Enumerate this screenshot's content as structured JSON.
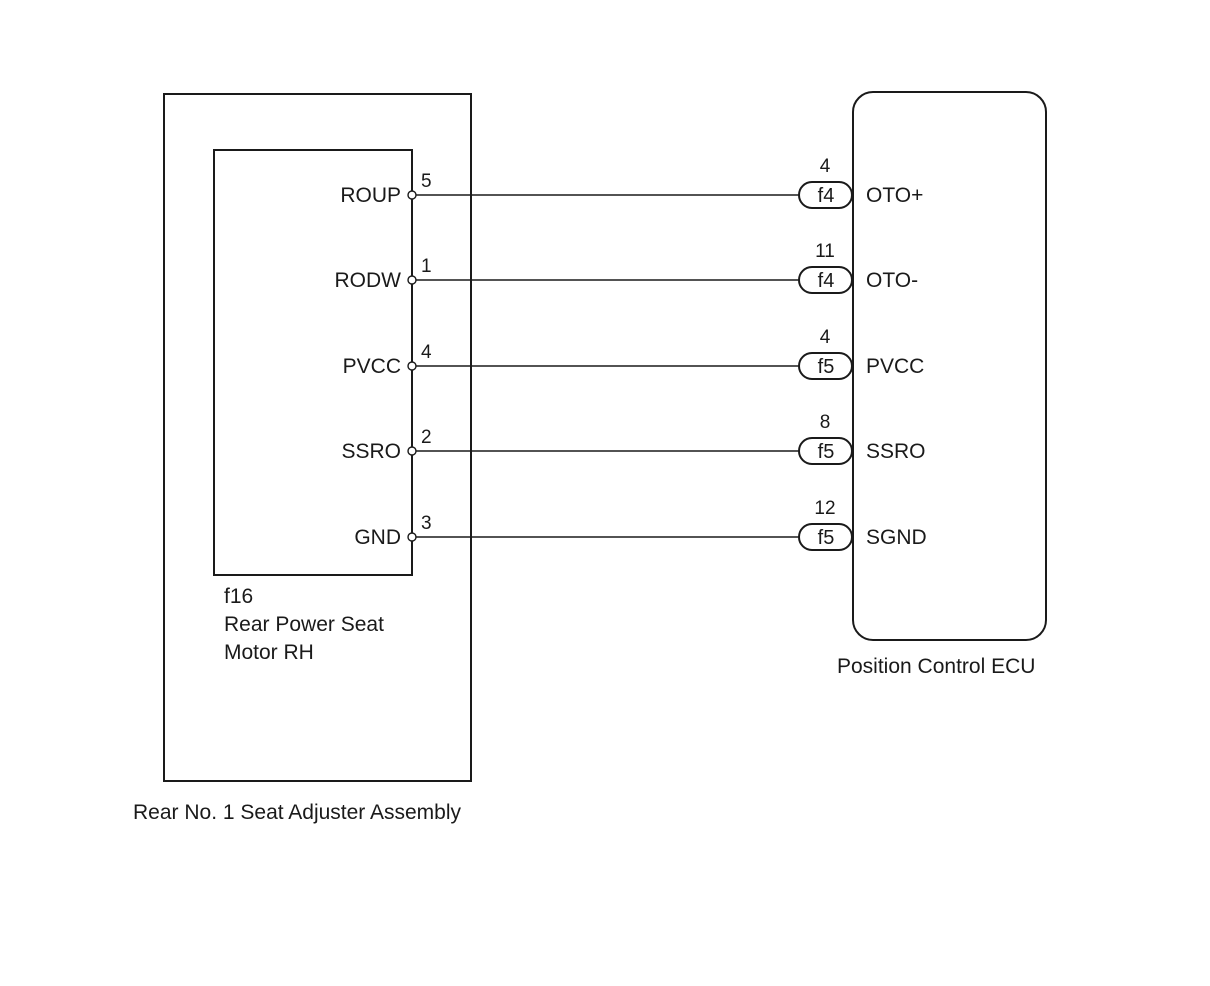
{
  "adjuster_assembly": {
    "title": "Rear No. 1 Seat Adjuster Assembly"
  },
  "motor": {
    "code": "f16",
    "name_line1": "Rear Power Seat",
    "name_line2": "Motor RH"
  },
  "ecu": {
    "title": "Position Control ECU"
  },
  "circuits": [
    {
      "motor_terminal": "ROUP",
      "motor_pin": "5",
      "connector": "f4",
      "ecu_pin": "4",
      "ecu_terminal": "OTO+"
    },
    {
      "motor_terminal": "RODW",
      "motor_pin": "1",
      "connector": "f4",
      "ecu_pin": "11",
      "ecu_terminal": "OTO-"
    },
    {
      "motor_terminal": "PVCC",
      "motor_pin": "4",
      "connector": "f5",
      "ecu_pin": "4",
      "ecu_terminal": "PVCC"
    },
    {
      "motor_terminal": "SSRO",
      "motor_pin": "2",
      "connector": "f5",
      "ecu_pin": "8",
      "ecu_terminal": "SSRO"
    },
    {
      "motor_terminal": "GND",
      "motor_pin": "3",
      "connector": "f5",
      "ecu_pin": "12",
      "ecu_terminal": "SGND"
    }
  ]
}
